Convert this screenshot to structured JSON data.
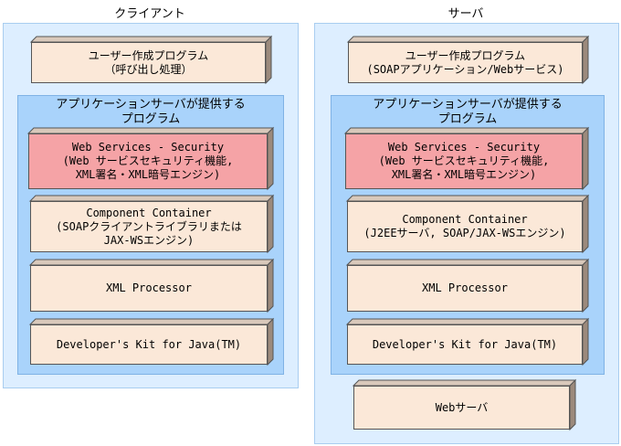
{
  "colors": {
    "panel_bg": "#ddeeff",
    "inner_bg": "#a9d3fb",
    "box_peach": "#fbe8d8",
    "box_pink": "#f5a3a6",
    "depth_side": "#9c8a7c",
    "depth_top": "#d9c9bb"
  },
  "client": {
    "title": "クライアント",
    "user_program": "ユーザー作成プログラム\n（呼び出し処理）",
    "app_server_title": "アプリケーションサーバが提供する\nプログラム",
    "security": "Web Services - Security\n(Web サービスセキュリティ機能,\nXML署名・XML暗号エンジン)",
    "component": "Component Container\n(SOAPクライアントライブラリまたは\nJAX-WSエンジン)",
    "xml": "XML Processor",
    "devkit": "Developer's Kit for Java(TM)"
  },
  "server": {
    "title": "サーバ",
    "user_program": "ユーザー作成プログラム\n(SOAPアプリケーション/Webサービス)",
    "app_server_title": "アプリケーションサーバが提供する\nプログラム",
    "security": "Web Services - Security\n(Web サービスセキュリティ機能,\nXML署名・XML暗号エンジン)",
    "component": "Component Container\n(J2EEサーバ, SOAP/JAX-WSエンジン)",
    "xml": "XML Processor",
    "devkit": "Developer's Kit for Java(TM)",
    "web_server": "Webサーバ"
  }
}
